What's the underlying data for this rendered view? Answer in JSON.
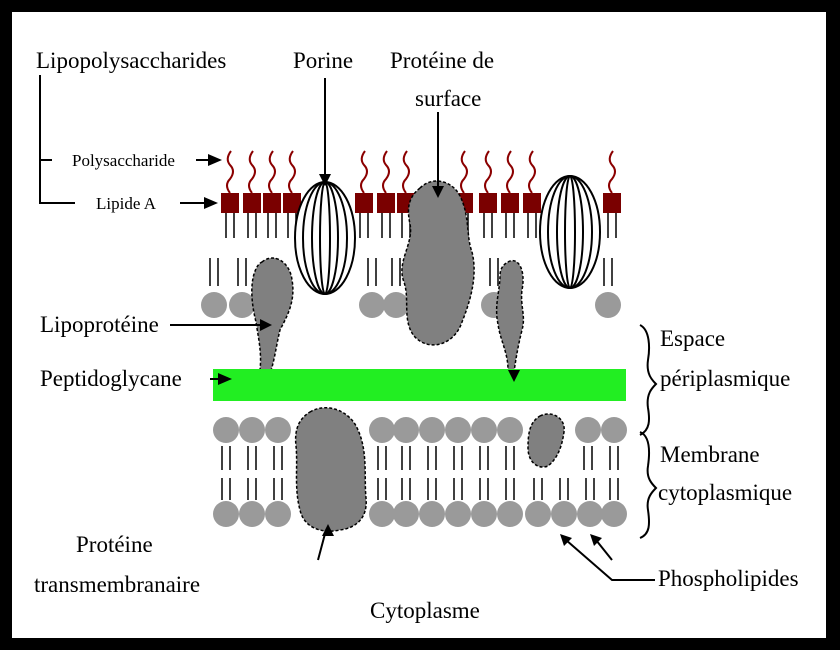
{
  "labels": {
    "lipopolysaccharides": "Lipopolysaccharides",
    "porine": "Porine",
    "proteine_surface_1": "Protéine de",
    "proteine_surface_2": "surface",
    "polysaccharide": "Polysaccharide",
    "lipide_a": "Lipide A",
    "lipoproteine": "Lipoprotéine",
    "peptidoglycane": "Peptidoglycane",
    "espace_1": "Espace",
    "espace_2": "périplasmique",
    "membrane_1": "Membrane",
    "membrane_2": "cytoplasmique",
    "proteine_trans_1": "Protéine",
    "proteine_trans_2": "transmembranaire",
    "phospholipides": "Phospholipides",
    "cytoplasme": "Cytoplasme"
  },
  "colors": {
    "frame": "#000000",
    "lipid_a": "#7a0000",
    "polysaccharide_chain": "#8b0000",
    "peptidoglycan": "#22ee22",
    "phospholipid_head": "#9a9a9a",
    "protein": "#808080"
  }
}
